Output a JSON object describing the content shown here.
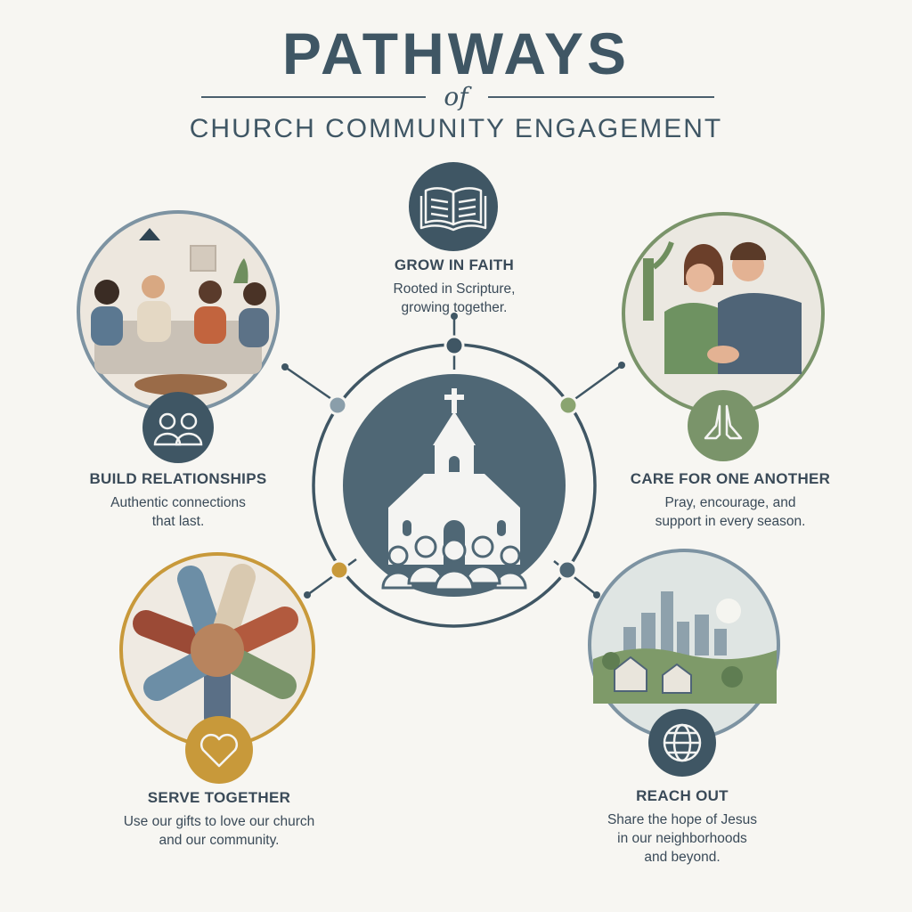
{
  "header": {
    "title": "PATHWAYS",
    "connector": "of",
    "subtitle": "CHURCH COMMUNITY ENGAGEMENT"
  },
  "pathways": [
    {
      "label": "GROW IN FAITH",
      "desc": [
        "Rooted in Scripture,",
        "growing together."
      ],
      "color": "#3f5664",
      "icon": "open-book-icon"
    },
    {
      "label": "BUILD RELATIONSHIPS",
      "desc": [
        "Authentic connections",
        "that last."
      ],
      "color": "#3f5664",
      "icon": "people-icon"
    },
    {
      "label": "CARE FOR ONE ANOTHER",
      "desc": [
        "Pray, encourage, and",
        "support in every season."
      ],
      "color": "#7a946a",
      "icon": "praying-hands-icon"
    },
    {
      "label": "SERVE TOGETHER",
      "desc": [
        "Use our gifts to love our church",
        "and our community."
      ],
      "color": "#c8993a",
      "icon": "heart-icon"
    },
    {
      "label": "REACH OUT",
      "desc": [
        "Share the hope of Jesus",
        "in our neighborhoods",
        "and beyond."
      ],
      "color": "#3f5664",
      "icon": "globe-icon"
    }
  ],
  "center": {
    "icon": "church-icon",
    "color": "#4f6775"
  },
  "colors": {
    "background": "#f7f6f2",
    "slate": "#3f5664",
    "sage": "#7a946a",
    "gold": "#c8993a"
  }
}
